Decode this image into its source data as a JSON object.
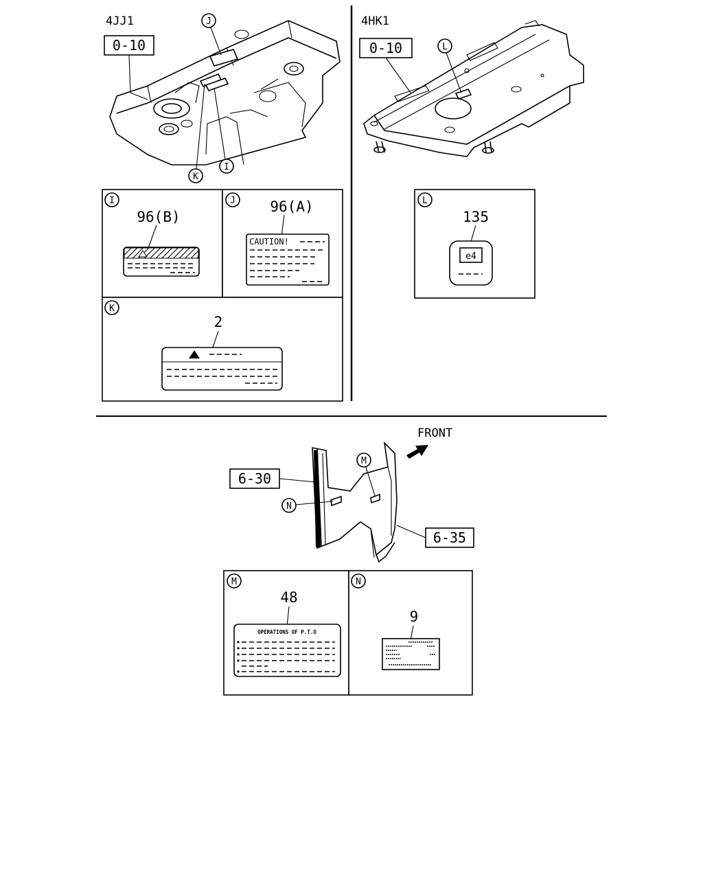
{
  "engines": {
    "left": {
      "label": "4JJ1",
      "ref": "0-10"
    },
    "right": {
      "label": "4HK1",
      "ref": "0-10"
    }
  },
  "callouts": {
    "I": {
      "letter": "I",
      "part": "96(B)"
    },
    "J": {
      "letter": "J",
      "part": "96(A)",
      "label_text": "CAUTION!"
    },
    "K": {
      "letter": "K",
      "part": "2"
    },
    "L": {
      "letter": "L",
      "part": "135",
      "label_text": "e4"
    },
    "M": {
      "letter": "M",
      "part": "48",
      "label_text": "OPERATIONS OF P.T.O"
    },
    "N": {
      "letter": "N",
      "part": "9"
    }
  },
  "cab": {
    "front_label": "FRONT",
    "ref_left": "6-30",
    "ref_right": "6-35"
  }
}
